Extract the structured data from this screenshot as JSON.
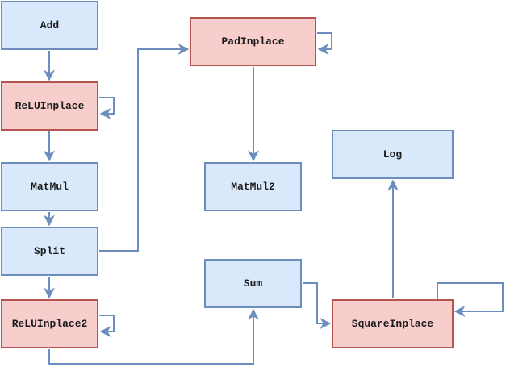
{
  "colors": {
    "standard_fill": "#dae8fc",
    "standard_stroke": "#6c8ebf",
    "inplace_fill": "#f8cecc",
    "inplace_stroke": "#b85450",
    "edge": "#6c8ebf"
  },
  "nodes": {
    "add": "Add",
    "relu_inplace": "ReLUInplace",
    "matmul": "MatMul",
    "split": "Split",
    "relu_inplace2": "ReLUInplace2",
    "pad_inplace": "PadInplace",
    "matmul2": "MatMul2",
    "sum": "Sum",
    "log": "Log",
    "square_inplace": "SquareInplace"
  },
  "edges": [
    {
      "from": "Add",
      "to": "ReLUInplace"
    },
    {
      "from": "ReLUInplace",
      "to": "ReLUInplace"
    },
    {
      "from": "ReLUInplace",
      "to": "MatMul"
    },
    {
      "from": "MatMul",
      "to": "Split"
    },
    {
      "from": "Split",
      "to": "ReLUInplace2"
    },
    {
      "from": "Split",
      "to": "PadInplace"
    },
    {
      "from": "ReLUInplace2",
      "to": "ReLUInplace2"
    },
    {
      "from": "ReLUInplace2",
      "to": "Sum"
    },
    {
      "from": "PadInplace",
      "to": "PadInplace"
    },
    {
      "from": "PadInplace",
      "to": "MatMul2"
    },
    {
      "from": "Sum",
      "to": "SquareInplace"
    },
    {
      "from": "SquareInplace",
      "to": "SquareInplace"
    },
    {
      "from": "SquareInplace",
      "to": "Log"
    }
  ]
}
